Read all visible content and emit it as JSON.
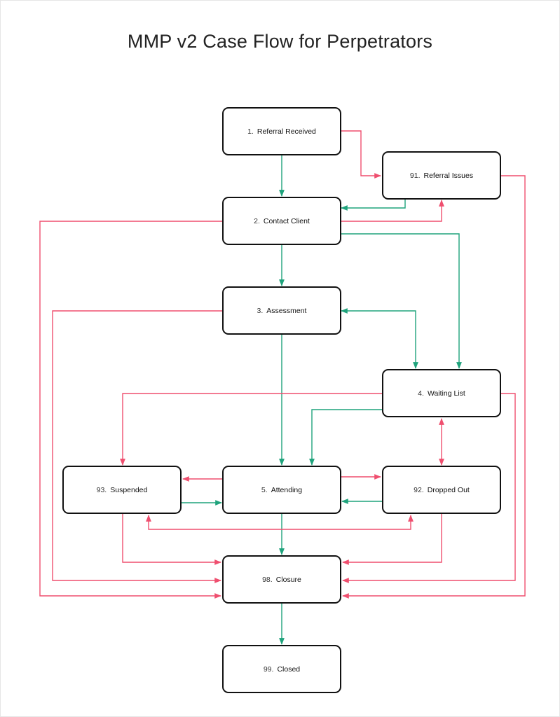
{
  "title": "MMP v2 Case Flow for Perpetrators",
  "colors": {
    "forward": "#1fa37c",
    "exit": "#ef4f6f",
    "node_border": "#111111"
  },
  "nodes": {
    "referral_received": {
      "num": "1.",
      "label": "Referral Received"
    },
    "contact_client": {
      "num": "2.",
      "label": "Contact Client"
    },
    "assessment": {
      "num": "3.",
      "label": "Assessment"
    },
    "waiting_list": {
      "num": "4.",
      "label": "Waiting List"
    },
    "attending": {
      "num": "5.",
      "label": "Attending"
    },
    "referral_issues": {
      "num": "91.",
      "label": "Referral Issues"
    },
    "dropped_out": {
      "num": "92.",
      "label": "Dropped Out"
    },
    "suspended": {
      "num": "93.",
      "label": "Suspended"
    },
    "closure": {
      "num": "98.",
      "label": "Closure"
    },
    "closed": {
      "num": "99.",
      "label": "Closed"
    }
  },
  "edges": [
    {
      "from": "referral_received",
      "to": "contact_client",
      "color": "forward"
    },
    {
      "from": "referral_received",
      "to": "referral_issues",
      "color": "exit"
    },
    {
      "from": "referral_issues",
      "to": "contact_client",
      "color": "forward"
    },
    {
      "from": "contact_client",
      "to": "referral_issues",
      "color": "exit"
    },
    {
      "from": "contact_client",
      "to": "assessment",
      "color": "forward"
    },
    {
      "from": "contact_client",
      "to": "waiting_list",
      "color": "forward"
    },
    {
      "from": "assessment",
      "to": "waiting_list",
      "color": "forward"
    },
    {
      "from": "waiting_list",
      "to": "assessment",
      "color": "forward"
    },
    {
      "from": "assessment",
      "to": "attending",
      "color": "forward"
    },
    {
      "from": "waiting_list",
      "to": "attending",
      "color": "forward"
    },
    {
      "from": "waiting_list",
      "to": "suspended",
      "color": "exit"
    },
    {
      "from": "waiting_list",
      "to": "dropped_out",
      "color": "exit"
    },
    {
      "from": "dropped_out",
      "to": "waiting_list",
      "color": "exit"
    },
    {
      "from": "attending",
      "to": "suspended",
      "color": "exit"
    },
    {
      "from": "suspended",
      "to": "attending",
      "color": "forward"
    },
    {
      "from": "attending",
      "to": "dropped_out",
      "color": "exit"
    },
    {
      "from": "dropped_out",
      "to": "attending",
      "color": "forward"
    },
    {
      "from": "suspended",
      "to": "dropped_out",
      "color": "exit"
    },
    {
      "from": "dropped_out",
      "to": "suspended",
      "color": "exit"
    },
    {
      "from": "attending",
      "to": "closure",
      "color": "forward"
    },
    {
      "from": "suspended",
      "to": "closure",
      "color": "exit"
    },
    {
      "from": "dropped_out",
      "to": "closure",
      "color": "exit"
    },
    {
      "from": "assessment",
      "to": "closure",
      "color": "exit"
    },
    {
      "from": "contact_client",
      "to": "closure",
      "color": "exit"
    },
    {
      "from": "waiting_list",
      "to": "closure",
      "color": "exit"
    },
    {
      "from": "referral_issues",
      "to": "closure",
      "color": "exit"
    },
    {
      "from": "closure",
      "to": "closed",
      "color": "forward"
    }
  ]
}
